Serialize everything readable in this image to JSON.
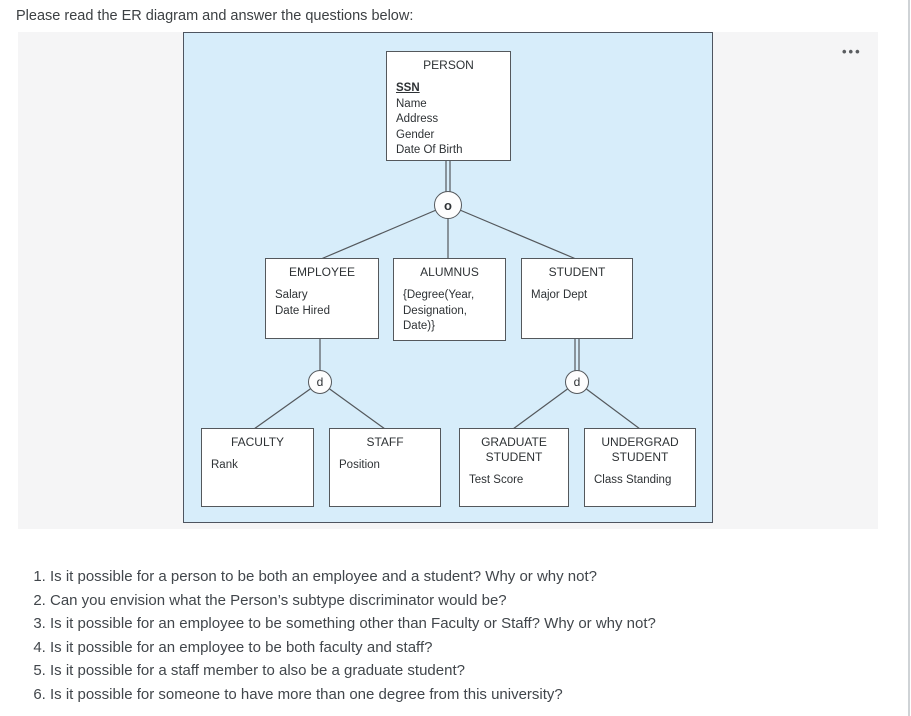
{
  "page": {
    "instruction": "Please read the ER diagram and answer the questions below:",
    "more_options_icon": "•••"
  },
  "colors": {
    "diagram_bg": "#d7edfa",
    "panel_bg": "#f5f5f6",
    "line_color": "#54585c"
  },
  "diagram": {
    "overlap_symbol": "o",
    "disjoint_symbol": "d",
    "entities": [
      {
        "title": "PERSON",
        "attributes": [
          "SSN",
          "Name",
          "Address",
          "Gender",
          "Date Of Birth"
        ],
        "key_attribute": "SSN"
      },
      {
        "title": "EMPLOYEE",
        "attributes": [
          "Salary",
          "Date Hired"
        ]
      },
      {
        "title": "ALUMNUS",
        "attributes": [
          "{Degree(Year, Designation, Date)}"
        ]
      },
      {
        "title": "STUDENT",
        "attributes": [
          "Major Dept"
        ]
      },
      {
        "title": "FACULTY",
        "attributes": [
          "Rank"
        ]
      },
      {
        "title": "STAFF",
        "attributes": [
          "Position"
        ]
      },
      {
        "title": "GRADUATE STUDENT",
        "attributes": [
          "Test Score"
        ]
      },
      {
        "title": "UNDERGRAD STUDENT",
        "attributes": [
          "Class Standing"
        ]
      }
    ]
  },
  "questions": [
    "Is it possible for a person to be both an employee and a student? Why or why not?",
    "Can you envision what the Person’s subtype discriminator would be?",
    "Is it possible for an employee to be something other than Faculty or Staff? Why or why not?",
    "Is it possible for an employee to be both faculty and staff?",
    "Is it possible for a staff member to also be a graduate student?",
    "Is it possible for someone to have more than one degree from this university?"
  ]
}
